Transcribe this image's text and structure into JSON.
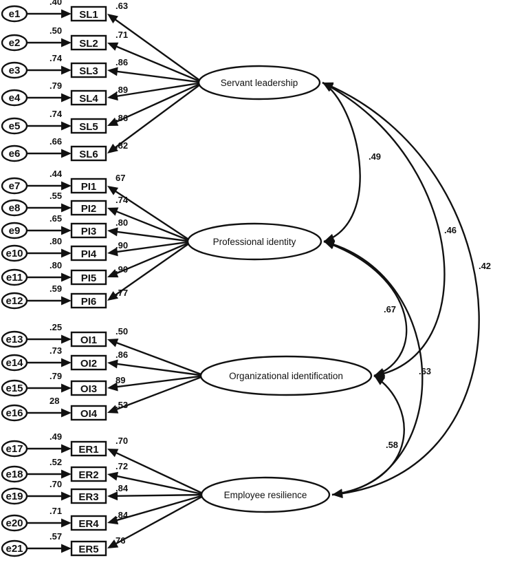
{
  "diagram": {
    "colors": {
      "stroke": "#111111",
      "background": "#ffffff"
    },
    "constructs": [
      {
        "id": "SL",
        "label": "Servant leadership",
        "indicators": [
          {
            "error": "e1",
            "item": "SL1",
            "r2": ".40",
            "loading": ".63"
          },
          {
            "error": "e2",
            "item": "SL2",
            "r2": ".50",
            "loading": ".71"
          },
          {
            "error": "e3",
            "item": "SL3",
            "r2": ".74",
            "loading": ".86"
          },
          {
            "error": "e4",
            "item": "SL4",
            "r2": ".79",
            "loading": ".89"
          },
          {
            "error": "e5",
            "item": "SL5",
            "r2": ".74",
            "loading": ".86"
          },
          {
            "error": "e6",
            "item": "SL6",
            "r2": ".66",
            "loading": ".82"
          }
        ]
      },
      {
        "id": "PI",
        "label": "Professional identity",
        "indicators": [
          {
            "error": "e7",
            "item": "PI1",
            "r2": ".44",
            "loading": "67"
          },
          {
            "error": "e8",
            "item": "PI2",
            "r2": ".55",
            "loading": ".74"
          },
          {
            "error": "e9",
            "item": "PI3",
            "r2": ".65",
            "loading": ".80"
          },
          {
            "error": "e10",
            "item": "PI4",
            "r2": ".80",
            "loading": ".90"
          },
          {
            "error": "e11",
            "item": "PI5",
            "r2": ".80",
            "loading": ".90"
          },
          {
            "error": "e12",
            "item": "PI6",
            "r2": ".59",
            "loading": ".77"
          }
        ]
      },
      {
        "id": "OI",
        "label": "Organizational identification",
        "indicators": [
          {
            "error": "e13",
            "item": "OI1",
            "r2": ".25",
            "loading": ".50"
          },
          {
            "error": "e14",
            "item": "OI2",
            "r2": ".73",
            "loading": ".86"
          },
          {
            "error": "e15",
            "item": "OI3",
            "r2": ".79",
            "loading": "89"
          },
          {
            "error": "e16",
            "item": "OI4",
            "r2": "28",
            "loading": ".53"
          }
        ]
      },
      {
        "id": "ER",
        "label": "Employee resilience",
        "indicators": [
          {
            "error": "e17",
            "item": "ER1",
            "r2": ".49",
            "loading": ".70"
          },
          {
            "error": "e18",
            "item": "ER2",
            "r2": ".52",
            "loading": ".72"
          },
          {
            "error": "e19",
            "item": "ER3",
            "r2": ".70",
            "loading": ".84"
          },
          {
            "error": "e20",
            "item": "ER4",
            "r2": ".71",
            "loading": ".84"
          },
          {
            "error": "e21",
            "item": "ER5",
            "r2": ".57",
            "loading": "76"
          }
        ]
      }
    ],
    "correlations": [
      {
        "from": "SL",
        "to": "PI",
        "value": ".49"
      },
      {
        "from": "SL",
        "to": "OI",
        "value": ".46"
      },
      {
        "from": "SL",
        "to": "ER",
        "value": ".42"
      },
      {
        "from": "PI",
        "to": "OI",
        "value": ".67"
      },
      {
        "from": "PI",
        "to": "ER",
        "value": ".63"
      },
      {
        "from": "OI",
        "to": "ER",
        "value": ".58"
      }
    ]
  }
}
